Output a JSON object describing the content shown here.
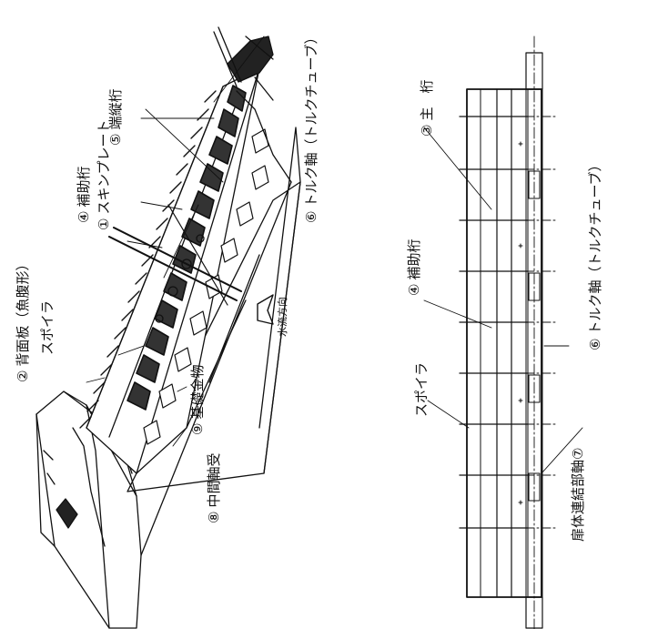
{
  "callouts": {
    "spoiler_left": "スポイラ",
    "spoiler_right": "スポイラ",
    "c1": {
      "num": "①",
      "text": "スキンプレート"
    },
    "c2": {
      "num": "②",
      "text": "背面板（魚腹形）"
    },
    "c3": {
      "num": "③",
      "text": "主　桁"
    },
    "c4a": {
      "num": "④",
      "text": "補助桁"
    },
    "c4b": {
      "num": "④",
      "text": "補助桁"
    },
    "c5": {
      "num": "⑤",
      "text": "端縦桁"
    },
    "c6a": {
      "num": "⑥",
      "text": "トルク軸（トルクチューブ）"
    },
    "c6b": {
      "num": "⑥",
      "text": "トルク軸（トルクチューブ）"
    },
    "c7": {
      "num": "⑦",
      "text": "扉体連結部軸"
    },
    "c8": {
      "num": "⑧",
      "text": "中間軸受"
    },
    "c9": {
      "num": "⑨",
      "text": "基礎金物"
    },
    "flow": "水流方向"
  }
}
